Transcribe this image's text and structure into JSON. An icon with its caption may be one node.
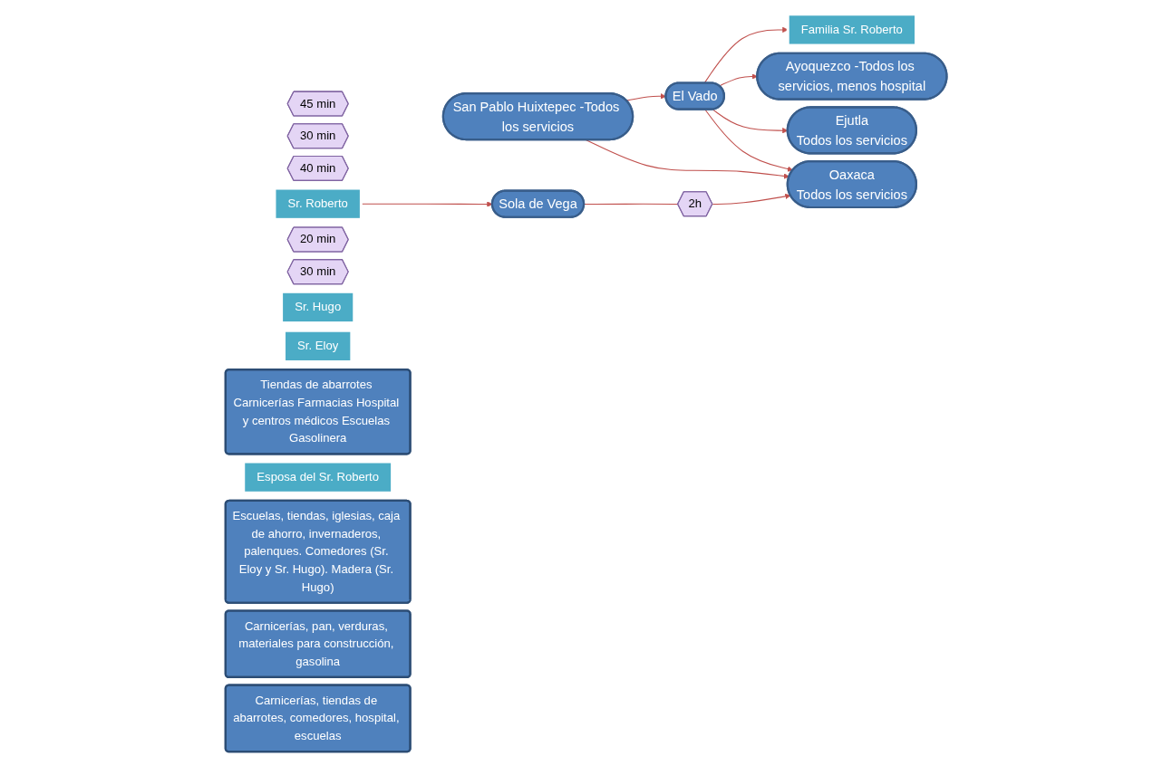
{
  "diagram": {
    "nodes": [
      {
        "text": [
          "Oaxaca",
          "Todos los servicios"
        ]
      },
      {
        "text": [
          "45 min"
        ]
      },
      {
        "text": [
          "2h"
        ]
      },
      {
        "text": [
          "30 min"
        ]
      },
      {
        "text": [
          "Ejutla",
          "Todos los servicios"
        ]
      },
      {
        "text": [
          "San Pablo Huixtepec -Todos los servicios"
        ]
      },
      {
        "text": [
          "40 min"
        ]
      },
      {
        "text": [
          "El Vado"
        ]
      },
      {
        "text": [
          "Sr. Roberto"
        ]
      },
      {
        "text": [
          "Sola de Vega"
        ]
      },
      {
        "text": [
          "20 min"
        ]
      },
      {
        "text": [
          "30 min"
        ]
      },
      {
        "text": [
          "Sr. Hugo"
        ]
      },
      {
        "text": [
          "Ayoquezco -Todos los servicios, menos hospital"
        ]
      },
      {
        "text": [
          "Familia Sr. Roberto"
        ]
      },
      {
        "text": [
          "Sr. Eloy"
        ]
      },
      {
        "text": [
          "Tiendas de abarrotes Carnicerías Farmacias Hospital y centros médicos Escuelas Gasolinera"
        ]
      },
      {
        "text": [
          "Esposa del Sr. Roberto"
        ]
      },
      {
        "text": [
          "Escuelas, tiendas, iglesias, caja de ahorro, invernaderos, palenques. Comedores (Sr. Eloy y Sr. Hugo). Madera (Sr. Hugo)"
        ]
      },
      {
        "text": [
          "Carnicerías, pan, verduras, materiales para construcción, gasolina"
        ]
      },
      {
        "text": [
          "Carnicerías, tiendas de abarrotes, comedores, hospital, escuelas"
        ]
      }
    ],
    "edges": [
      {
        "from": 5,
        "to": 0,
        "arrow": "to"
      },
      {
        "from": 7,
        "to": 0,
        "arrow": "to"
      },
      {
        "from": 9,
        "to": 2,
        "arrow": "none"
      },
      {
        "from": 2,
        "to": 0,
        "arrow": "to"
      },
      {
        "from": 5,
        "to": 7,
        "arrow": "to"
      },
      {
        "from": 7,
        "to": 4,
        "arrow": "to"
      },
      {
        "from": 8,
        "to": 9,
        "arrow": "to"
      },
      {
        "from": 7,
        "to": 13,
        "arrow": "to"
      },
      {
        "from": 7,
        "to": 14,
        "arrow": "to"
      }
    ]
  }
}
